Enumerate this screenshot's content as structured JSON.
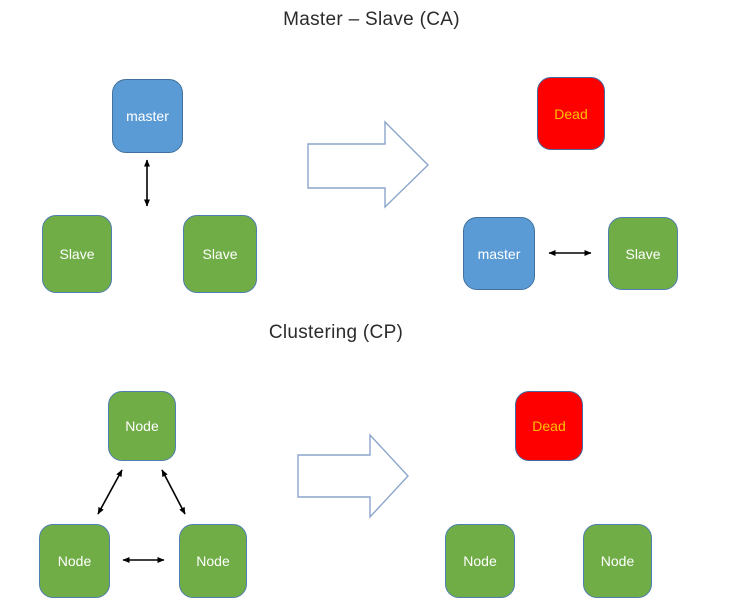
{
  "section_ca": {
    "title": "Master – Slave (CA)",
    "before": {
      "master": "master",
      "slave_left": "Slave",
      "slave_right": "Slave"
    },
    "after": {
      "dead": "Dead",
      "master": "master",
      "slave": "Slave"
    }
  },
  "section_cp": {
    "title": "Clustering (CP)",
    "before": {
      "node_top": "Node",
      "node_left": "Node",
      "node_right": "Node"
    },
    "after": {
      "dead": "Dead",
      "node_left": "Node",
      "node_right": "Node"
    }
  },
  "colors": {
    "box_blue": "#5B9BD5",
    "box_blue_border": "#41719C",
    "box_green": "#70AD47",
    "box_green_border": "#4E7FAE",
    "box_red": "#FF0000",
    "box_red_border": "#44699D",
    "dead_label": "#FFC000",
    "box_label": "#FFFFFF",
    "title": "#2B2B2B",
    "connector": "#000000",
    "block_arrow": "#8CA5CC",
    "background": "#FFFFFF"
  }
}
